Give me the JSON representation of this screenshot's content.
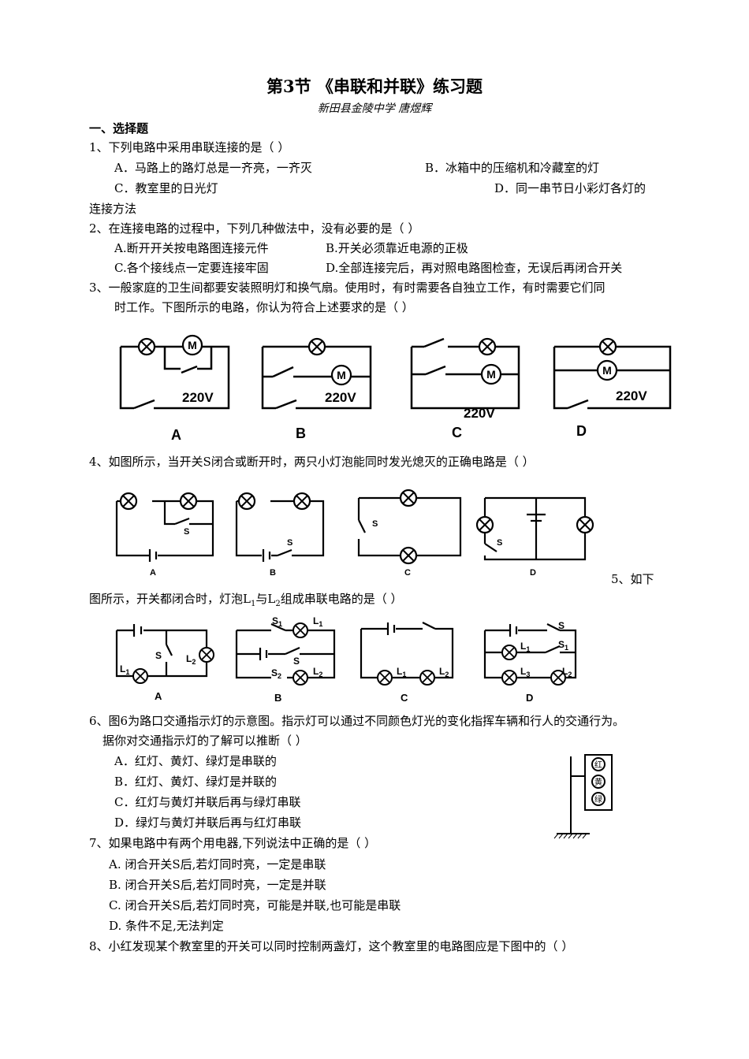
{
  "title": "第3节 《串联和并联》练习题",
  "subtitle": "新田县金陵中学 唐煜辉",
  "section": "一、选择题",
  "q1": {
    "stem": "1、下列电路中采用串联连接的是（          ）",
    "a": "A．马路上的路灯总是一齐亮，一齐灭",
    "b": "B．冰箱中的压缩机和冷藏室的灯",
    "c": "C．教室里的日光灯",
    "d": "D．同一串节日小彩灯各灯的",
    "d_cont": "连接方法"
  },
  "q2": {
    "stem": "2、在连接电路的过程中，下列几种做法中，没有必要的是（       ）",
    "a": "A.断开开关按电路图连接元件",
    "b": "B.开关必须靠近电源的正极",
    "c": "C.各个接线点一定要连接牢固",
    "d": "D.全部连接完后，再对照电路图检查，无误后再闭合开关"
  },
  "q3": {
    "stem1": "3、一般家庭的卫生间都要安装照明灯和换气扇。使用时，有时需要各自独立工作，有时需要它们同",
    "stem2": "时工作。下图所示的电路，你认为符合上述要求的是（        ）",
    "voltage": "220V",
    "motor": "M",
    "labels": [
      "A",
      "B",
      "C",
      "D"
    ]
  },
  "q4": {
    "stem": "4、如图所示，当开关S闭合或断开时，两只小灯泡能同时发光熄灭的正确电路是（        ）",
    "switch": "S",
    "labels": [
      "A",
      "B",
      "C",
      "D"
    ]
  },
  "q5": {
    "stem_start": "5、如下",
    "stem_a": "图所示，开关都闭合时，灯泡L",
    "sub1": "1",
    "stem_b": "与L",
    "sub2": "2",
    "stem_c": "组成串联电路的是（                ）",
    "labels": [
      "A",
      "B",
      "C",
      "D"
    ],
    "s": "S",
    "s1": "S",
    "s2": "S",
    "l": "L",
    "n1": "1",
    "n2": "2",
    "n3": "3"
  },
  "q6": {
    "stem1": "6、图6为路口交通指示灯的示意图。指示灯可以通过不同颜色灯光的变化指挥车辆和行人的交通行为。",
    "stem2": "据你对交通指示灯的了解可以推断（        ）",
    "a": "A．红灯、黄灯、绿灯是串联的",
    "b": "B．红灯、黄灯、绿灯是并联的",
    "c": "C．红灯与黄灯并联后再与绿灯串联",
    "d": "D．绿灯与黄灯并联后再与红灯串联",
    "light_red": "红",
    "light_yellow": "黄",
    "light_green": "绿"
  },
  "q7": {
    "stem": "7、如果电路中有两个用电器,下列说法中正确的是（        ）",
    "a": "A.  闭合开关S后,若灯同时亮，一定是串联",
    "b": "B.  闭合开关S后,若灯同时亮，一定是并联",
    "c": "C.  闭合开关S后,若灯同时亮，可能是并联,也可能是串联",
    "d": "D.  条件不足,无法判定"
  },
  "q8": {
    "stem": "8、小红发现某个教室里的开关可以同时控制两盏灯，这个教室里的电路图应是下图中的（   ）"
  }
}
